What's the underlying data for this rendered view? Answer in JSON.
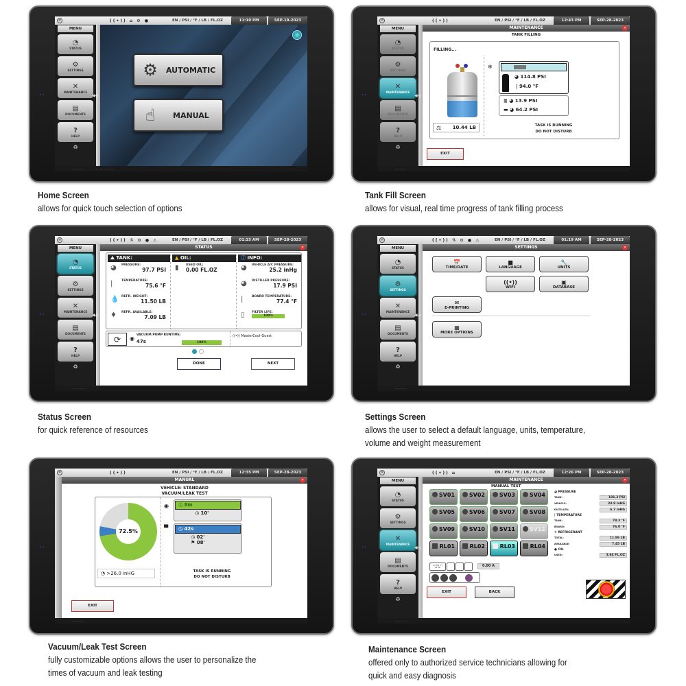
{
  "common": {
    "units": "EN / PSI / °F / LB / FL.OZ",
    "menu_label": "MENU",
    "sidebar_items": [
      "STATUS",
      "SETTINGS",
      "MAINTENANCE",
      "DOCUMENTS",
      "HELP"
    ],
    "icons": {
      "status": "gauge-icon",
      "settings": "gear-icon",
      "maintenance": "tools-icon",
      "documents": "document-icon",
      "help": "help-bubble-icon",
      "recycle": "recycle-icon"
    }
  },
  "home": {
    "time": "11:10 PM",
    "date": "SEP-19-2023",
    "automatic_label": "AUTOMATIC",
    "manual_label": "MANUAL",
    "caption_title": "Home Screen",
    "caption_desc": "allows for quick touch selection of options"
  },
  "tank_fill": {
    "time": "12:43 PM",
    "date": "SEP-28-2023",
    "window_title": "MAINTENANCE",
    "subtitle": "TANK FILLING",
    "status": "FILLING...",
    "weight": "10.44 LB",
    "tank_pressure": "114.8 PSI",
    "tank_temp": "94.0 °F",
    "pressure_2": "13.9 PSI",
    "vehicle_pressure": "64.2 PSI",
    "progress_pct": 35,
    "task_line1": "TASK IS RUNNING",
    "task_line2": "DO NOT DISTURB",
    "exit_label": "EXIT",
    "caption_title": "Tank Fill Screen",
    "caption_desc": "allows for visual, real time progress of tank filling process"
  },
  "status": {
    "time": "01:15 AM",
    "date": "SEP-28-2023",
    "window_title": "STATUS",
    "tank": {
      "header": "TANK:",
      "rows": [
        {
          "label": "PRESSURE:",
          "value": "97.7 PSI"
        },
        {
          "label": "TEMPERATURE:",
          "value": "75.6 °F"
        },
        {
          "label": "REFR. WEIGHT:",
          "value": "11.50 LB"
        },
        {
          "label": "REFR. AVAILABLE:",
          "value": "7.09 LB"
        }
      ]
    },
    "oil": {
      "header": "OIL:",
      "rows": [
        {
          "label": "USED OIL:",
          "value": "0.00 FL.OZ"
        }
      ]
    },
    "info": {
      "header": "INFO:",
      "rows": [
        {
          "label": "VEHICLE A/C PRESSURE:",
          "value": "25.2 inHg"
        },
        {
          "label": "DISTILLER PRESSURE:",
          "value": "17.9 PSI"
        },
        {
          "label": "BOARD TEMPERATURE:",
          "value": "77.4 °F"
        },
        {
          "label": "FILTER LIFE:",
          "value": "100%"
        }
      ]
    },
    "vacuum_label": "VACUUM PUMP RUNTIME:",
    "vacuum_value": "47s",
    "vacuum_pct": "100%",
    "wifi_name": "MasterCool-Guest",
    "done_label": "DONE",
    "next_label": "NEXT",
    "caption_title": "Status Screen",
    "caption_desc": "for quick reference of resources"
  },
  "settings": {
    "time": "01:19 AM",
    "date": "SEP-28-2023",
    "window_title": "SETTINGS",
    "buttons": [
      "TIME/DATE",
      "LANGUAGE",
      "UNITS",
      "WIFI",
      "DATABASE",
      "E-PRINTING",
      "MORE OPTIONS"
    ],
    "caption_title": "Settings Screen",
    "caption_desc1": "allows the user to select a default language, units, temperature,",
    "caption_desc2": "volume and weight measurement"
  },
  "vacuum": {
    "time": "12:35 PM",
    "date": "SEP-28-2023",
    "window_title": "MANUAL",
    "subtitle1": "VEHICLE: STANDARD",
    "subtitle2": "VACUUM/LEAK TEST",
    "donut_pct": "72.5%",
    "vacuum_elapsed": "8m",
    "vacuum_set": "10'",
    "leak_elapsed": "42s",
    "leak_set": "02'",
    "leak_finish": "08'",
    "pressure": ">26.0 inHG",
    "task_line1": "TASK IS RUNNING",
    "task_line2": "DO NOT DISTURB",
    "exit_label": "EXIT",
    "caption_title": "Vacuum/Leak Test Screen",
    "caption_desc1": "fully customizable options allows the user to personalize the",
    "caption_desc2": "times of vacuum and leak testing"
  },
  "maintenance": {
    "time": "12:26 PM",
    "date": "SEP-28-2023",
    "window_title": "MAINTENANCE",
    "subtitle": "MANUAL TEST",
    "valves": [
      "SV01",
      "SV02",
      "SV03",
      "SV04",
      "SV05",
      "SV06",
      "SV07",
      "SV08",
      "SV09",
      "SV10",
      "SV11",
      "SV12"
    ],
    "relays": [
      "RL01",
      "RL02",
      "RL03",
      "RL04"
    ],
    "pressure_header": "PRESSURE",
    "pressure_rows": [
      {
        "label": "TANK:",
        "value": "101.3 PSI"
      },
      {
        "label": "VEHICLE:",
        "value": "24.9 inHG"
      },
      {
        "label": "DISTILLER:",
        "value": "6.7 inHG"
      }
    ],
    "temperature_header": "TEMPERATURE",
    "temperature_rows": [
      {
        "label": "TANK:",
        "value": "78.3 °F"
      },
      {
        "label": "BOARD:",
        "value": "76.0 °F"
      }
    ],
    "refrigerant_header": "REFRIGERANT",
    "refrigerant_rows": [
      {
        "label": "TOTAL:",
        "value": "11.86 LB"
      },
      {
        "label": "AVAILABLE:",
        "value": "7.45 LB"
      }
    ],
    "oil_header": "OIL",
    "oil_rows": [
      {
        "label": "USED:",
        "value": "3.84 FL.OZ"
      }
    ],
    "current": "0.00 A",
    "exit_label": "EXIT",
    "back_label": "BACK",
    "caption_title": "Maintenance Screen",
    "caption_desc1": "offered only to authorized service technicians allowing for",
    "caption_desc2": "quick and easy diagnosis"
  },
  "colors": {
    "accent_teal": "#2a9aa8",
    "progress_green": "#8cc63f",
    "leak_blue": "#3b7fc4",
    "exit_red": "#b33333",
    "title_gray": "#555555"
  }
}
